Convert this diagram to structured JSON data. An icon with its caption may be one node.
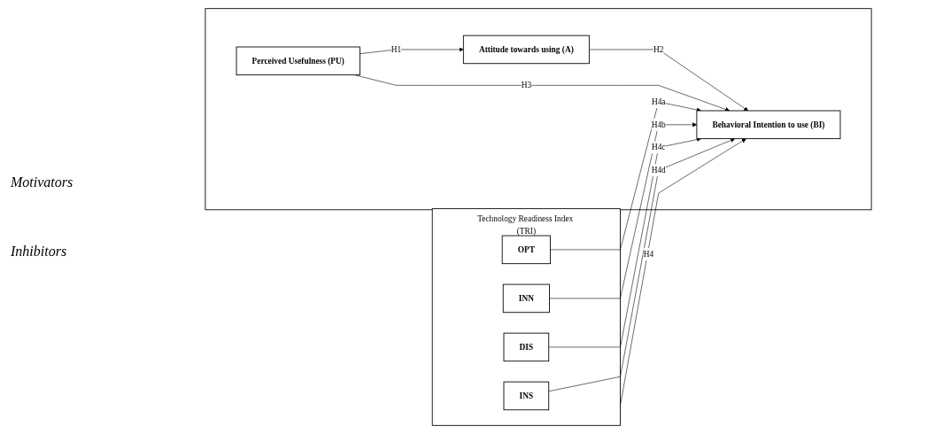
{
  "diagram": {
    "nodes": [
      {
        "text": [
          "Technology Readiness Index (TRI)"
        ]
      },
      {
        "text": [
          "OPT"
        ],
        "in": 0
      },
      {
        "text": [
          "INN"
        ],
        "in": 0
      },
      {
        "text": [
          "DIS"
        ],
        "in": 0
      },
      {
        "text": [
          "INS"
        ],
        "in": 0
      },
      {
        "text": [],
        "shape": "box"
      },
      {
        "text": [
          "Perceived Usefulness (PU)"
        ],
        "in": 5
      },
      {
        "text": [
          "Attitude towards using (A)"
        ],
        "in": 5
      },
      {
        "text": [
          "Behavioral Intention to use (BI)"
        ],
        "in": 5
      }
    ],
    "edges": [
      {
        "from": 0,
        "to": 8,
        "arrow": "to",
        "label": "H4"
      },
      {
        "from": 1,
        "to": 8,
        "arrow": "to",
        "label": "H4a"
      },
      {
        "from": 2,
        "to": 8,
        "arrow": "to",
        "label": "H4b"
      },
      {
        "from": 3,
        "to": 8,
        "arrow": "to",
        "label": "H4c"
      },
      {
        "from": 4,
        "to": 8,
        "arrow": "to",
        "label": "H4d"
      },
      {
        "from": 6,
        "to": 7,
        "arrow": "to",
        "label": "H1"
      },
      {
        "from": 7,
        "to": 8,
        "arrow": "to",
        "label": "H2"
      },
      {
        "from": 6,
        "to": 8,
        "arrow": "to",
        "label": "H3"
      }
    ],
    "labels": [
      "Motivators",
      "Inhibitors"
    ]
  }
}
